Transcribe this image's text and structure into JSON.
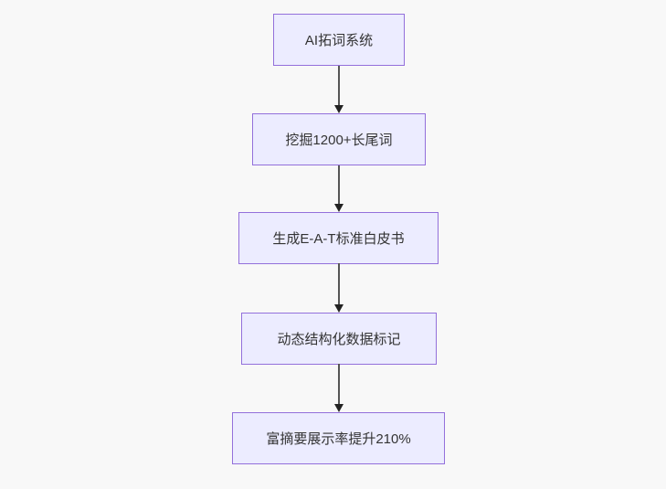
{
  "diagram": {
    "type": "flowchart",
    "direction": "top-down",
    "colors": {
      "background": "#f8f8f8",
      "node_fill": "#ececff",
      "node_border": "#9370db",
      "node_text": "#333333",
      "edge_line": "#555555",
      "edge_arrowhead": "#222222"
    },
    "nodes": [
      {
        "id": "n1",
        "label": "AI拓词系统"
      },
      {
        "id": "n2",
        "label": "挖掘1200+长尾词"
      },
      {
        "id": "n3",
        "label": "生成E-A-T标准白皮书"
      },
      {
        "id": "n4",
        "label": "动态结构化数据标记"
      },
      {
        "id": "n5",
        "label": "富摘要展示率提升210%"
      }
    ],
    "edges": [
      {
        "from": "n1",
        "to": "n2"
      },
      {
        "from": "n2",
        "to": "n3"
      },
      {
        "from": "n3",
        "to": "n4"
      },
      {
        "from": "n4",
        "to": "n5"
      }
    ]
  }
}
